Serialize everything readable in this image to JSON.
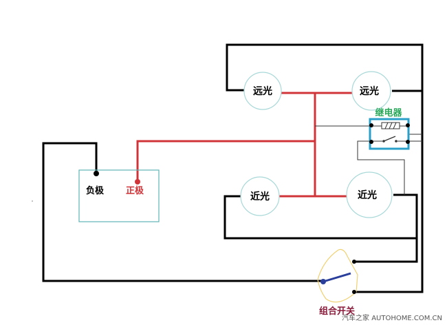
{
  "diagram": {
    "lamps": {
      "high_top_left": "远光",
      "high_top_right": "远光",
      "low_bottom_left": "近光",
      "low_bottom_right": "近光"
    },
    "battery": {
      "negative": "负极",
      "positive": "正极"
    },
    "relay_label": "继电器",
    "switch_label": "组合开关",
    "watermark": "汽车之家 AUTOHOME.COM.CN"
  },
  "colors": {
    "wire_main": "#000000",
    "wire_power": "#d13438",
    "wire_thin": "#333333",
    "lamp_outline": "#a8d8d8",
    "battery_outline": "#5fb3b3",
    "relay_box": "#2a9fc9",
    "relay_label": "#2aa85a",
    "switch_arm": "#2a3f9c",
    "switch_arc": "#f0d070",
    "switch_label": "#8a1a3a"
  }
}
